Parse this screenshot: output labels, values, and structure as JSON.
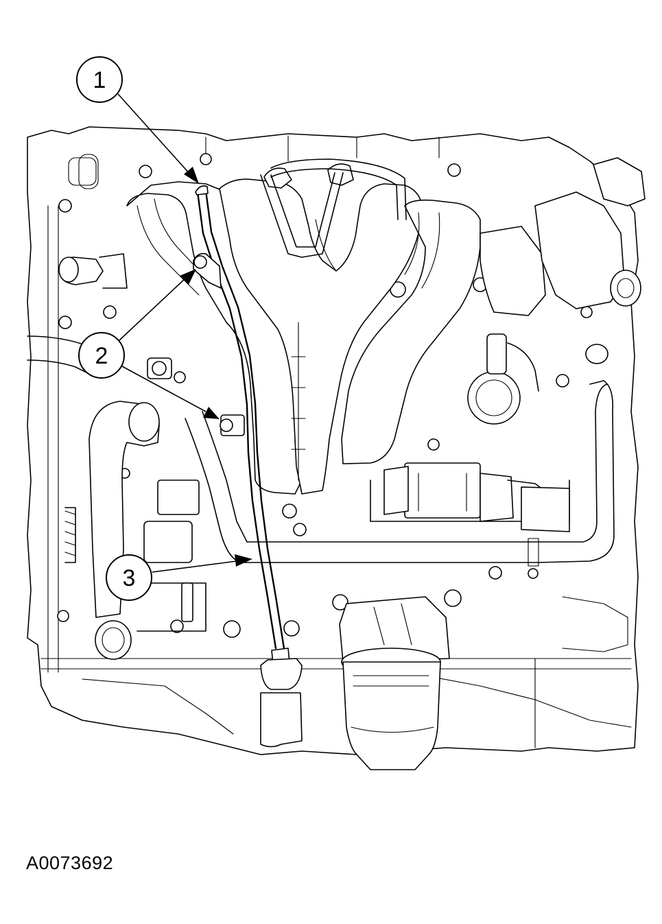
{
  "figure": {
    "id_label": "A0073692"
  },
  "callouts": [
    {
      "number": "1"
    },
    {
      "number": "2"
    },
    {
      "number": "3"
    }
  ],
  "colors": {
    "line": "#000000",
    "background": "#ffffff"
  }
}
